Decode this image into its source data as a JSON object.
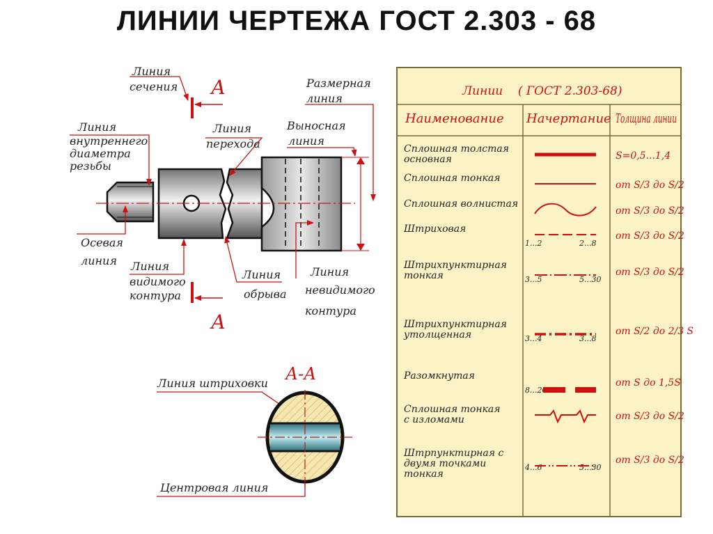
{
  "title": "ЛИНИИ ЧЕРТЕЖА ГОСТ 2.303 - 68",
  "drawing": {
    "section_mark": "А",
    "labels": {
      "section_line": [
        "Линия",
        "сечения"
      ],
      "thread_inner": [
        "Линия",
        "внутреннего",
        "диаметра",
        "резьбы"
      ],
      "transition": [
        "Линия",
        "перехода"
      ],
      "extension": [
        "Выносная",
        "линия"
      ],
      "dimension": [
        "Размерная",
        "линия"
      ],
      "axial": [
        "Осевая",
        "линия"
      ],
      "visible": [
        "Линия",
        "видимого",
        "контура"
      ],
      "break": [
        "Линия",
        "обрыва"
      ],
      "hidden": [
        "Линия",
        "невидимого",
        "контура"
      ]
    },
    "section_view": {
      "title": "А-А",
      "hatch_label": "Линия штриховки",
      "center_label": "Центровая линия"
    }
  },
  "table": {
    "title": "Линии    ( ГОСТ 2.303-68)",
    "headers": [
      "Наименование",
      "Начертание",
      "Толщина линии"
    ],
    "rows": [
      {
        "name": [
          "Сплошная толстая",
          "основная"
        ],
        "thickness": "S=0,5...1,4",
        "dims": []
      },
      {
        "name": [
          "Сплошная тонкая"
        ],
        "thickness": "от S/3 до S/2",
        "dims": []
      },
      {
        "name": [
          "Сплошная волнистая"
        ],
        "thickness": "от S/3 до S/2",
        "dims": []
      },
      {
        "name": [
          "Штриховая"
        ],
        "thickness": "от S/3 до S/2",
        "dims": [
          "1...2",
          "2...8"
        ]
      },
      {
        "name": [
          "Штрихпунктирная",
          "тонкая"
        ],
        "thickness": "от S/3 до S/2",
        "dims": [
          "3...5",
          "5...30"
        ]
      },
      {
        "name": [
          "Штрихпунктирная",
          "утолщенная"
        ],
        "thickness": "от S/2 до 2/3 S",
        "dims": [
          "3...4",
          "3...8"
        ]
      },
      {
        "name": [
          "Разомкнутая"
        ],
        "thickness": "от S до 1,5S",
        "dims": [
          "8...20"
        ]
      },
      {
        "name": [
          "Сплошная тонкая",
          "с изломами"
        ],
        "thickness": "от S/3 до S/2",
        "dims": []
      },
      {
        "name": [
          "Штрпунктирная с",
          "двумя точками",
          "тонкая"
        ],
        "thickness": "от S/3 до S/2",
        "dims": [
          "4...6",
          "5...30"
        ]
      }
    ]
  },
  "colors": {
    "accent_red": "#cc1111",
    "table_bg": "#fbf3c6",
    "table_border": "#7a6a3a"
  }
}
